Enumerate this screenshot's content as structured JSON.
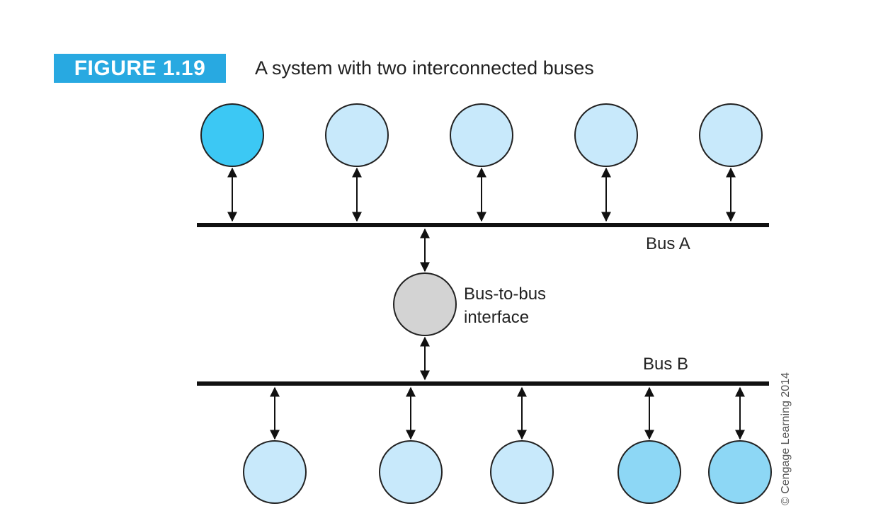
{
  "figure": {
    "number": "FIGURE 1.19",
    "caption": "A system with two interconnected buses",
    "badge_color": "#28a9e1"
  },
  "diagram": {
    "bus_a_label": "Bus A",
    "bus_b_label": "Bus B",
    "interface_label_line1": "Bus-to-bus",
    "interface_label_line2": "interface",
    "copyright": "© Cengage Learning 2014",
    "colors": {
      "bus_line": "#111111",
      "interface_node": "#d3d3d3",
      "node_dark": "#3cc8f4",
      "node_medium": "#8dd7f5",
      "node_light": "#c8e9fb"
    },
    "top_nodes": [
      {
        "shade": "dark"
      },
      {
        "shade": "light"
      },
      {
        "shade": "light"
      },
      {
        "shade": "light"
      },
      {
        "shade": "light"
      }
    ],
    "bottom_nodes": [
      {
        "shade": "light"
      },
      {
        "shade": "light"
      },
      {
        "shade": "light"
      },
      {
        "shade": "medium"
      },
      {
        "shade": "medium"
      }
    ]
  }
}
